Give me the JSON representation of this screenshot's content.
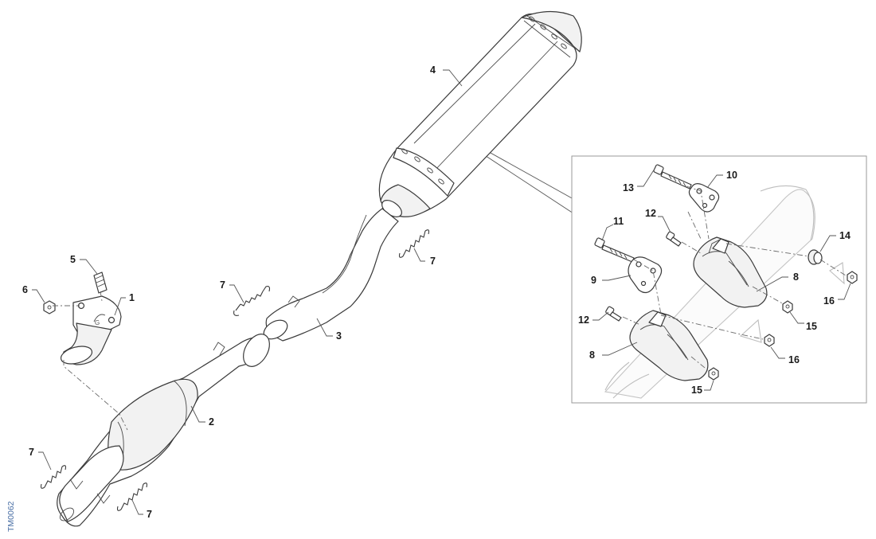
{
  "diagram_ref": "TM0062",
  "callouts": {
    "c1": "1",
    "c2": "2",
    "c3": "3",
    "c4": "4",
    "c5": "5",
    "c6": "6",
    "c7a": "7",
    "c7b": "7",
    "c7c": "7",
    "c7d": "7",
    "c8a": "8",
    "c8b": "8",
    "c9": "9",
    "c10": "10",
    "c11": "11",
    "c12a": "12",
    "c12b": "12",
    "c13": "13",
    "c14": "14",
    "c15a": "15",
    "c15b": "15",
    "c16a": "16",
    "c16b": "16"
  },
  "colors": {
    "line": "#3a3a3a",
    "ref_text": "#4a6fa5",
    "detail_border": "#9a9a9a"
  }
}
